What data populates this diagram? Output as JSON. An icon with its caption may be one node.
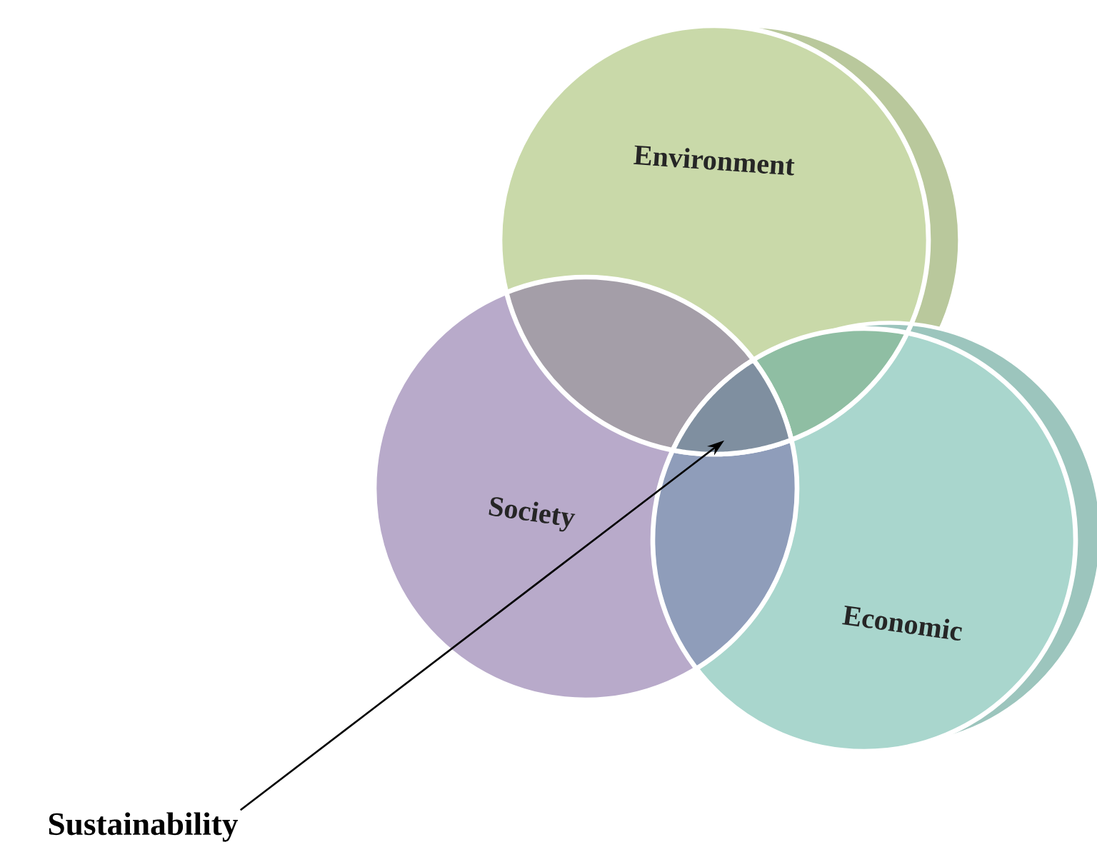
{
  "diagram": {
    "nodes": [
      {
        "text": [
          "Environment"
        ]
      },
      {
        "text": [
          "Society"
        ]
      },
      {
        "text": [
          "Economic"
        ]
      },
      {
        "text": [
          "Sustainability"
        ]
      },
      {
        "text": [],
        "shape": "region"
      }
    ],
    "edges": [
      {
        "from": 3,
        "to": 4,
        "arrow": "to"
      }
    ]
  }
}
